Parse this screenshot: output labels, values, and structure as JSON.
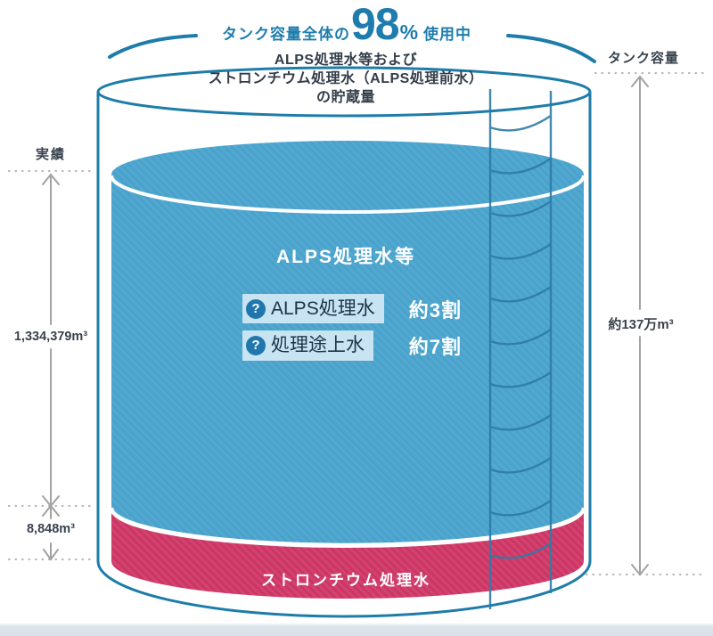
{
  "header": {
    "prefix": "タンク容量全体の",
    "percent": "98",
    "percent_sign": "%",
    "suffix": "使用中"
  },
  "tank": {
    "title_lines": [
      "ALPS処理水等および",
      "ストロンチウム処理水（ALPS処理前水）",
      "の貯蔵量"
    ],
    "water_label": "ALPS処理水等",
    "strontium_label": "ストロンチウム処理水"
  },
  "breakdown": [
    {
      "icon": "question-mark",
      "icon_glyph": "?",
      "label": "ALPS処理水",
      "value": "約3割"
    },
    {
      "icon": "question-mark",
      "icon_glyph": "?",
      "label": "処理途上水",
      "value": "約7割"
    }
  ],
  "left_measure": {
    "label": "実績",
    "alps_volume": "1,334,379m³",
    "strontium_volume": "8,848m³"
  },
  "right_measure": {
    "label": "タンク容量",
    "capacity": "約137万m³"
  },
  "colors": {
    "teal_outline": "#1d7ca9",
    "water_blue": "#51a9d2",
    "water_blue_hatch": "#4aa2cb",
    "strontium_pink": "#d4426f",
    "strontium_pink_hatch": "#cb3765",
    "chip_bg": "#c8e4f3",
    "help_icon_bg": "#1f77ad",
    "label_dark": "#39434e"
  }
}
